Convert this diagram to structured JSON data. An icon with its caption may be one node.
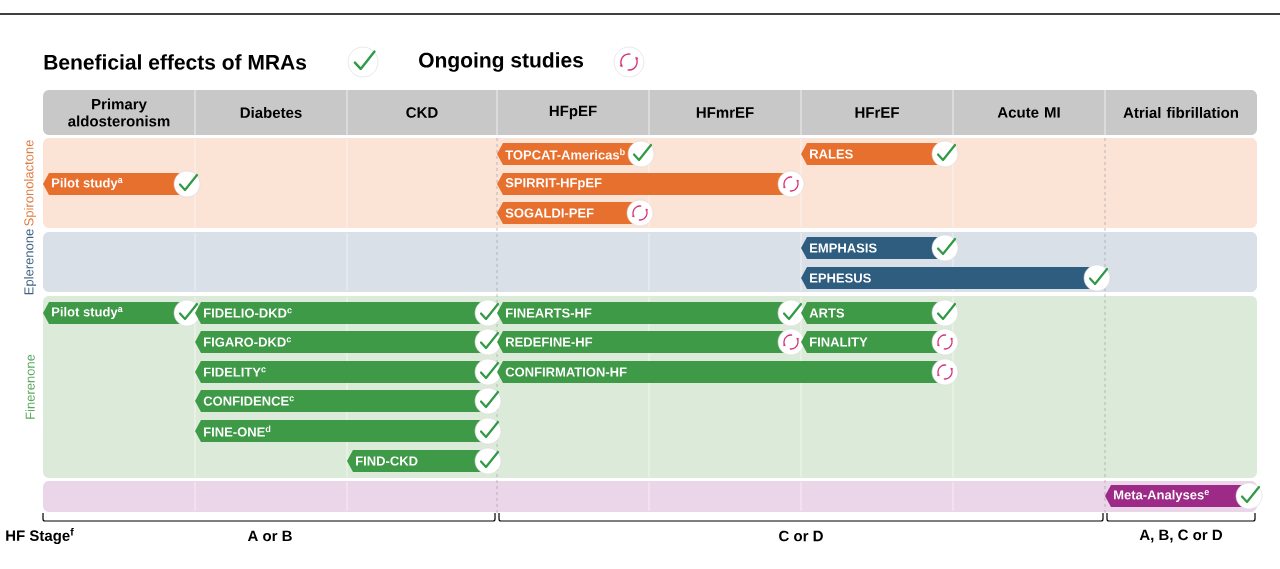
{
  "diagram": {
    "nodes": [
      {
        "text": [
          "Primary aldosteronism"
        ]
      },
      {
        "text": [
          "Diabetes"
        ]
      },
      {
        "text": [
          "CKD"
        ]
      },
      {
        "text": [
          "HFpEF"
        ]
      },
      {
        "text": [
          "HFmrEF"
        ]
      },
      {
        "text": [
          "HFrEF"
        ]
      },
      {
        "text": [
          "Acute MI"
        ]
      },
      {
        "text": [
          "Atrial fibrillation"
        ]
      },
      {
        "text": [
          "Spironolactone"
        ]
      },
      {
        "text": [
          "TOPCAT-Americas$^{b}$"
        ],
        "in": 8
      },
      {
        "text": [
          "RALES"
        ],
        "in": 8
      },
      {
        "text": [
          "Pilot study$^{a}$"
        ],
        "in": 8
      },
      {
        "text": [
          "SPIRRIT-HFpEF"
        ],
        "in": 8
      },
      {
        "text": [
          "SOGALDI-PEF"
        ],
        "in": 8
      },
      {
        "text": [
          "Eplerenone"
        ]
      },
      {
        "text": [
          "EMPHASIS"
        ],
        "in": 14
      },
      {
        "text": [
          "EPHESUS"
        ],
        "in": 14
      },
      {
        "text": [
          "Finerenone"
        ]
      },
      {
        "text": [
          "Pilot study$^{a}$"
        ],
        "in": 17
      },
      {
        "text": [
          "FIDELIO-DKD$^{c}$"
        ],
        "in": 17
      },
      {
        "text": [
          "FINEARTS-HF"
        ],
        "in": 17
      },
      {
        "text": [
          "ARTS"
        ],
        "in": 17
      },
      {
        "text": [
          "FIGARO-DKD$^{c}$"
        ],
        "in": 17
      },
      {
        "text": [
          "REDEFINE-HF"
        ],
        "in": 17
      },
      {
        "text": [
          "FINALITY"
        ],
        "in": 17
      },
      {
        "text": [
          "FIDELITY$^{c}$"
        ],
        "in": 17
      },
      {
        "text": [
          "CONFIRMATION-HF"
        ],
        "in": 17
      },
      {
        "text": [
          "CONFIDENCE$^{c}$"
        ],
        "in": 17
      },
      {
        "text": [
          "FINE-ONE$^{d}$"
        ],
        "in": 17
      },
      {
        "text": [
          "FIND-CKD"
        ],
        "in": 17
      },
      {
        "text": [],
        "shape": "bar"
      },
      {
        "text": [
          "Meta-Analyses$^{e}$"
        ],
        "in": 30
      }
    ],
    "labels": [
      "HF Stage$^{f}$",
      "A or B",
      "C or D",
      "A, B, C or D"
    ],
    "legend": [
      {
        "text": "Beneficial effects of MRAs"
      },
      {
        "text": "Ongoing studies"
      }
    ]
  }
}
